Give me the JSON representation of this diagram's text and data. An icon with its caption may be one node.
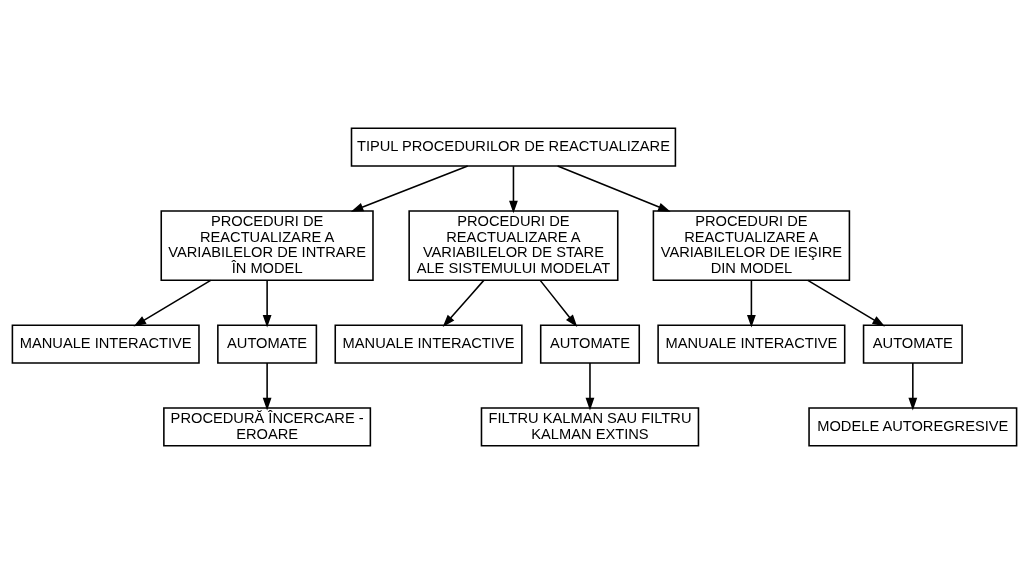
{
  "diagram": {
    "nodes": [
      {
        "text": [
          "TIPUL PROCEDURILOR DE REACTUALIZARE"
        ]
      },
      {
        "text": [
          "PROCEDURI DE REACTUALIZARE A VARIABILELOR DE INTRARE ÎN MODEL"
        ]
      },
      {
        "text": [
          "PROCEDURI DE REACTUALIZARE A VARIABILELOR DE STARE ALE SISTEMULUI MODELAT"
        ]
      },
      {
        "text": [
          "PROCEDURI DE REACTUALIZARE A VARIABILELOR DE IEŞIRE DIN MODEL"
        ]
      },
      {
        "text": [
          "MANUALE INTERACTIVE"
        ]
      },
      {
        "text": [
          "AUTOMATE"
        ]
      },
      {
        "text": [
          "MANUALE INTERACTIVE"
        ]
      },
      {
        "text": [
          "AUTOMATE"
        ]
      },
      {
        "text": [
          "MANUALE INTERACTIVE"
        ]
      },
      {
        "text": [
          "AUTOMATE"
        ]
      },
      {
        "text": [
          "PROCEDURĂ ÎNCERCARE - EROARE"
        ]
      },
      {
        "text": [
          "FILTRU KALMAN SAU FILTRU KALMAN EXTINS"
        ]
      },
      {
        "text": [
          "MODELE AUTOREGRESIVE"
        ]
      }
    ],
    "edges": [
      {
        "from": 0,
        "to": 1,
        "arrow": "to"
      },
      {
        "from": 0,
        "to": 2,
        "arrow": "to"
      },
      {
        "from": 0,
        "to": 3,
        "arrow": "to"
      },
      {
        "from": 1,
        "to": 4,
        "arrow": "to"
      },
      {
        "from": 1,
        "to": 5,
        "arrow": "to"
      },
      {
        "from": 2,
        "to": 6,
        "arrow": "to"
      },
      {
        "from": 2,
        "to": 7,
        "arrow": "to"
      },
      {
        "from": 3,
        "to": 8,
        "arrow": "to"
      },
      {
        "from": 3,
        "to": 9,
        "arrow": "to"
      },
      {
        "from": 5,
        "to": 10,
        "arrow": "to"
      },
      {
        "from": 7,
        "to": 11,
        "arrow": "to"
      },
      {
        "from": 9,
        "to": 12,
        "arrow": "to"
      }
    ]
  }
}
